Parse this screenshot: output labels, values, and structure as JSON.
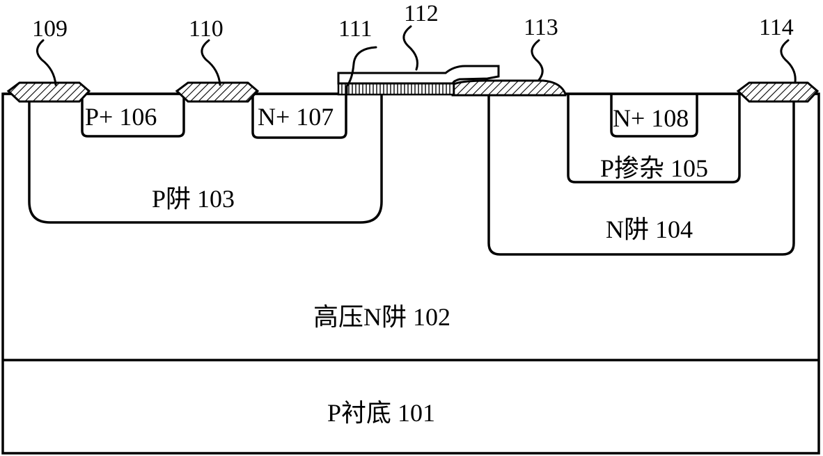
{
  "regions": {
    "substrate": "P衬底 101",
    "hv_nwell": "高压N阱 102",
    "pwell": "P阱 103",
    "nwell": "N阱 104",
    "pdoped": "P掺杂 105",
    "pplus": "P+ 106",
    "nplus_107": "N+ 107",
    "nplus_108": "N+ 108"
  },
  "callouts": {
    "c109": "109",
    "c110": "110",
    "c111": "111",
    "c112": "112",
    "c113": "113",
    "c114": "114"
  }
}
